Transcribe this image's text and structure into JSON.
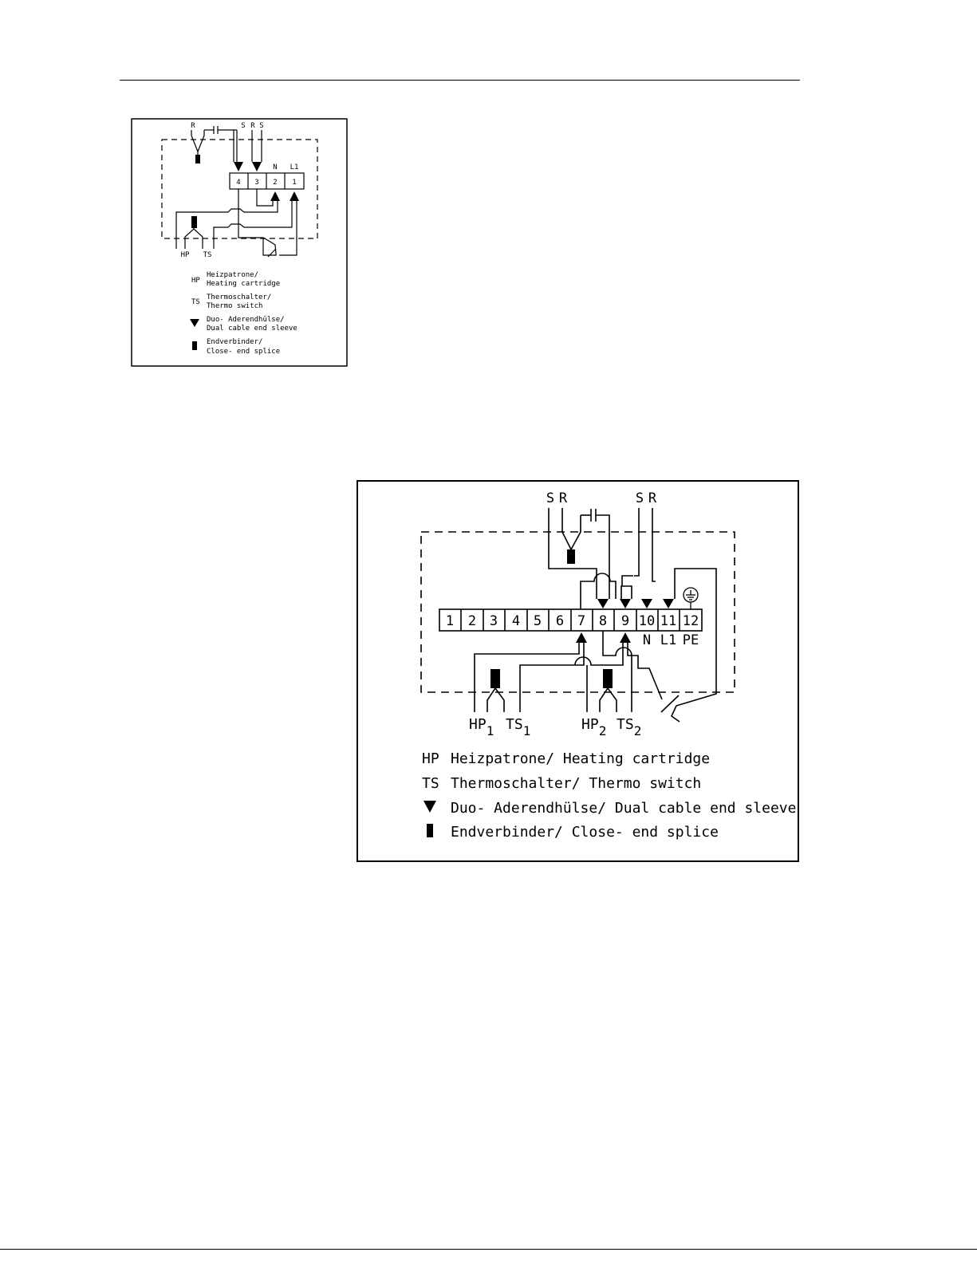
{
  "small_diagram": {
    "top_labels": [
      "R",
      "S",
      "R",
      "S"
    ],
    "terminals": [
      "4",
      "3",
      "2",
      "1"
    ],
    "terminal_labels": [
      "N",
      "L1"
    ],
    "bottom_labels": [
      "HP",
      "TS"
    ],
    "legend": [
      {
        "code": "HP",
        "line1": "Heizpatrone/",
        "line2": "Heating cartridge"
      },
      {
        "code": "TS",
        "line1": "Thermoschalter/",
        "line2": "Thermo switch"
      },
      {
        "code": "",
        "line1": "Duo- Aderendhülse/",
        "line2": "Dual cable end sleeve"
      },
      {
        "code": "",
        "line1": "Endverbinder/",
        "line2": "Close- end splice"
      }
    ]
  },
  "large_diagram": {
    "top_labels": [
      "S",
      "R",
      "S",
      "R"
    ],
    "terminals": [
      "1",
      "2",
      "3",
      "4",
      "5",
      "6",
      "7",
      "8",
      "9",
      "10",
      "11",
      "12"
    ],
    "terminal_labels": [
      "N",
      "L1",
      "PE"
    ],
    "bottom_labels": [
      {
        "main": "HP",
        "sub": "1"
      },
      {
        "main": "TS",
        "sub": "1"
      },
      {
        "main": "HP",
        "sub": "2"
      },
      {
        "main": "TS",
        "sub": "2"
      }
    ],
    "legend": [
      {
        "code": "HP",
        "text": "Heizpatrone/ Heating cartridge"
      },
      {
        "code": "TS",
        "text": "Thermoschalter/ Thermo switch"
      },
      {
        "code": "",
        "text": "Duo- Aderendhülse/ Dual cable end sleeve"
      },
      {
        "code": "",
        "text": "Endverbinder/ Close- end splice"
      }
    ]
  }
}
